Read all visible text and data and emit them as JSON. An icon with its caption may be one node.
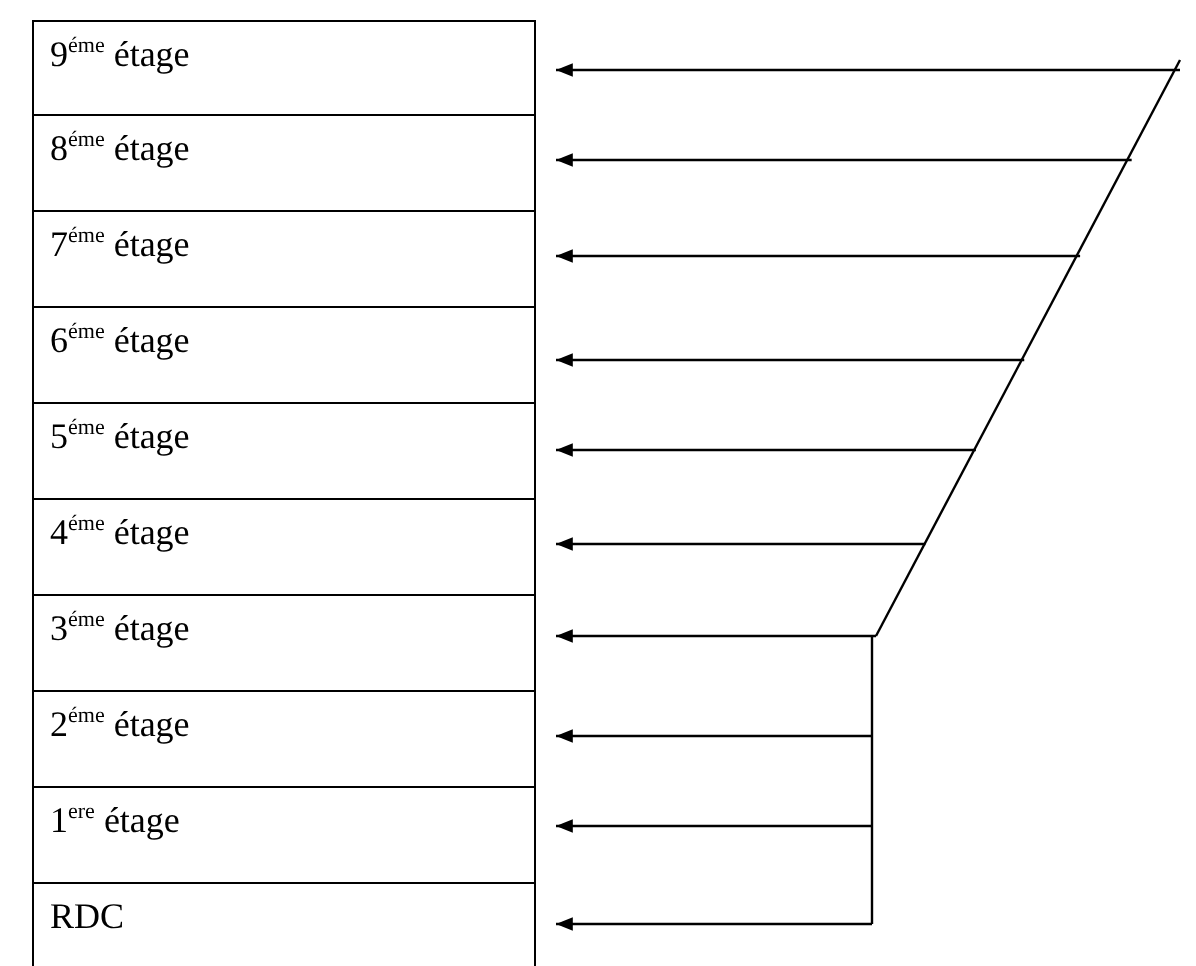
{
  "diagram": {
    "nodes": [
      {
        "text": [
          "9$^{éme}$ étage"
        ]
      },
      {
        "text": [
          "8$^{éme}$ étage"
        ]
      },
      {
        "text": [
          "7$^{éme}$ étage"
        ]
      },
      {
        "text": [
          "6$^{éme}$ étage"
        ]
      },
      {
        "text": [
          "5$^{éme}$ étage"
        ]
      },
      {
        "text": [
          "4$^{éme}$ étage"
        ]
      },
      {
        "text": [
          "3$^{éme}$ étage"
        ]
      },
      {
        "text": [
          "2$^{éme}$ étage"
        ]
      },
      {
        "text": [
          "1$^{ere}$ étage"
        ]
      },
      {
        "text": [
          "RDC"
        ]
      }
    ],
    "edges": [
      {
        "from": null,
        "to": 0,
        "arrow": "to"
      },
      {
        "from": null,
        "to": 1,
        "arrow": "to"
      },
      {
        "from": null,
        "to": 2,
        "arrow": "to"
      },
      {
        "from": null,
        "to": 3,
        "arrow": "to"
      },
      {
        "from": null,
        "to": 4,
        "arrow": "to"
      },
      {
        "from": null,
        "to": 5,
        "arrow": "to"
      },
      {
        "from": null,
        "to": 6,
        "arrow": "to"
      },
      {
        "from": null,
        "to": 7,
        "arrow": "to"
      },
      {
        "from": null,
        "to": 8,
        "arrow": "to"
      },
      {
        "from": null,
        "to": 9,
        "arrow": "to"
      }
    ]
  }
}
